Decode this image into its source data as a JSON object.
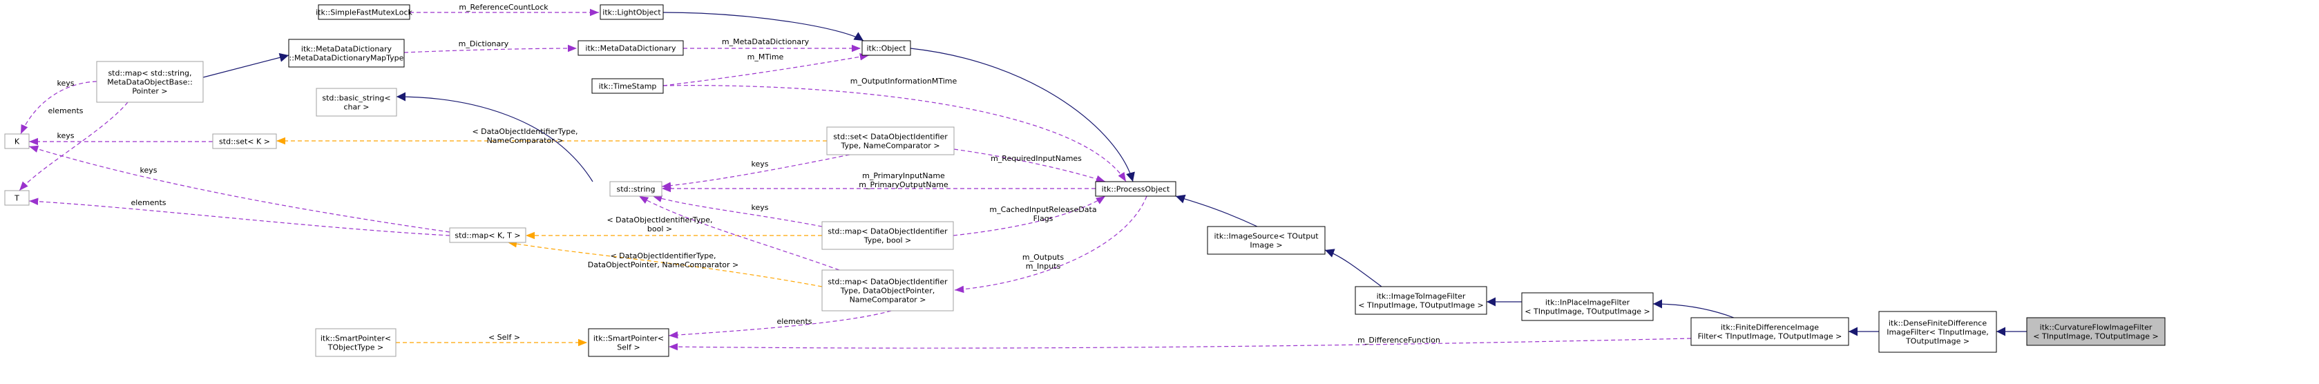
{
  "nodes": [
    {
      "id": "SimpleFastMutexLock",
      "lines": [
        "itk::SimpleFastMutexLock"
      ]
    },
    {
      "id": "LightObject",
      "lines": [
        "itk::LightObject"
      ]
    },
    {
      "id": "MetaDataDictionaryMapType",
      "lines": [
        "itk::MetaDataDictionary",
        "::MetaDataDictionaryMapType"
      ]
    },
    {
      "id": "MetaDataDictionary",
      "lines": [
        "itk::MetaDataDictionary"
      ]
    },
    {
      "id": "Object",
      "lines": [
        "itk::Object"
      ]
    },
    {
      "id": "TimeStamp",
      "lines": [
        "itk::TimeStamp"
      ]
    },
    {
      "id": "StdMapMeta",
      "lines": [
        "std::map< std::string,",
        "MetaDataObjectBase::",
        "Pointer >"
      ]
    },
    {
      "id": "BasicString",
      "lines": [
        "std::basic_string<",
        "char >"
      ]
    },
    {
      "id": "K",
      "lines": [
        "K"
      ]
    },
    {
      "id": "StdSetK",
      "lines": [
        "std::set< K >"
      ]
    },
    {
      "id": "StdSetDOI",
      "lines": [
        "std::set< DataObjectIdentifier",
        "Type, NameComparator >"
      ]
    },
    {
      "id": "StdString",
      "lines": [
        "std::string"
      ]
    },
    {
      "id": "ProcessObject",
      "lines": [
        "itk::ProcessObject"
      ]
    },
    {
      "id": "T",
      "lines": [
        "T"
      ]
    },
    {
      "id": "StdMapKT",
      "lines": [
        "std::map< K, T >"
      ]
    },
    {
      "id": "StdMapDOIBool",
      "lines": [
        "std::map< DataObjectIdentifier",
        "Type, bool >"
      ]
    },
    {
      "id": "StdMapDOIPtr",
      "lines": [
        "std::map< DataObjectIdentifier",
        "Type, DataObjectPointer,",
        "NameComparator >"
      ]
    },
    {
      "id": "ImageSource",
      "lines": [
        "itk::ImageSource< TOutput",
        "Image >"
      ]
    },
    {
      "id": "ImageToImageFilter",
      "lines": [
        "itk::ImageToImageFilter",
        "< TInputImage, TOutputImage >"
      ]
    },
    {
      "id": "InPlaceImageFilter",
      "lines": [
        "itk::InPlaceImageFilter",
        "< TInputImage, TOutputImage >"
      ]
    },
    {
      "id": "FiniteDifferenceImageFilter",
      "lines": [
        "itk::FiniteDifferenceImage",
        "Filter< TInputImage, TOutputImage >"
      ]
    },
    {
      "id": "DenseFiniteDifferenceImageFilter",
      "lines": [
        "itk::DenseFiniteDifference",
        "ImageFilter< TInputImage,",
        "TOutputImage >"
      ]
    },
    {
      "id": "CurvatureFlowImageFilter",
      "lines": [
        "itk::CurvatureFlowImageFilter",
        "< TInputImage, TOutputImage >"
      ]
    },
    {
      "id": "SmartPointerTObject",
      "lines": [
        "itk::SmartPointer<",
        "TObjectType >"
      ]
    },
    {
      "id": "SmartPointerSelf",
      "lines": [
        "itk::SmartPointer<",
        "Self >"
      ]
    }
  ],
  "edges": [
    {
      "id": "e-mutex-light",
      "kind": "use",
      "label": [
        "m_ReferenceCountLock"
      ]
    },
    {
      "id": "e-light-object",
      "kind": "inheritance",
      "label": []
    },
    {
      "id": "e-mapmeta-mdmt",
      "kind": "inheritance",
      "label": []
    },
    {
      "id": "e-mdmt-mdd",
      "kind": "use",
      "label": [
        "m_Dictionary"
      ]
    },
    {
      "id": "e-mdd-object",
      "kind": "use",
      "label": [
        "m_MetaDataDictionary"
      ]
    },
    {
      "id": "e-ts-object",
      "kind": "use",
      "label": [
        "m_MTime"
      ]
    },
    {
      "id": "e-object-po",
      "kind": "inheritance",
      "label": []
    },
    {
      "id": "e-ts-po",
      "kind": "use",
      "label": [
        "m_OutputInformationMTime"
      ]
    },
    {
      "id": "e-k-mapmeta",
      "kind": "use",
      "label": [
        "keys"
      ]
    },
    {
      "id": "e-t-mapmeta",
      "kind": "use",
      "label": [
        "elements"
      ]
    },
    {
      "id": "e-k-setk",
      "kind": "use",
      "label": [
        "keys"
      ]
    },
    {
      "id": "e-setk-setdoi",
      "kind": "template",
      "label": [
        "< DataObjectIdentifierType,",
        "NameComparator >"
      ]
    },
    {
      "id": "e-bs-string",
      "kind": "inheritance",
      "label": []
    },
    {
      "id": "e-setdoi-po",
      "kind": "use",
      "label": [
        "m_RequiredInputNames"
      ]
    },
    {
      "id": "e-string-setdoi",
      "kind": "use",
      "label": [
        "keys"
      ]
    },
    {
      "id": "e-string-po",
      "kind": "use",
      "label": [
        "m_PrimaryInputName",
        "m_PrimaryOutputName"
      ]
    },
    {
      "id": "e-k-mapkt",
      "kind": "use",
      "label": [
        "keys"
      ]
    },
    {
      "id": "e-t-mapkt",
      "kind": "use",
      "label": [
        "elements"
      ]
    },
    {
      "id": "e-mapkt-mapbool",
      "kind": "template",
      "label": [
        "< DataObjectIdentifierType,",
        "bool >"
      ]
    },
    {
      "id": "e-mapkt-mapptr",
      "kind": "template",
      "label": [
        "< DataObjectIdentifierType,",
        "DataObjectPointer, NameComparator >"
      ]
    },
    {
      "id": "e-string-mapbool",
      "kind": "use",
      "label": [
        "keys"
      ]
    },
    {
      "id": "e-string-mapptr",
      "kind": "use",
      "label": [
        "keys"
      ]
    },
    {
      "id": "e-mapbool-po",
      "kind": "use",
      "label": [
        "m_CachedInputReleaseData",
        "Flags"
      ]
    },
    {
      "id": "e-mapptr-po",
      "kind": "use",
      "label": [
        "m_Outputs",
        "m_Inputs"
      ]
    },
    {
      "id": "e-po-is",
      "kind": "inheritance",
      "label": []
    },
    {
      "id": "e-is-itif",
      "kind": "inheritance",
      "label": []
    },
    {
      "id": "e-itif-ipif",
      "kind": "inheritance",
      "label": []
    },
    {
      "id": "e-ipif-fdif",
      "kind": "inheritance",
      "label": []
    },
    {
      "id": "e-fdif-dfdif",
      "kind": "inheritance",
      "label": []
    },
    {
      "id": "e-dfdif-cfif",
      "kind": "inheritance",
      "label": []
    },
    {
      "id": "e-spt-sps",
      "kind": "template",
      "label": [
        "< Self >"
      ]
    },
    {
      "id": "e-mapptr-sps",
      "kind": "use",
      "label": [
        "elements"
      ]
    },
    {
      "id": "e-sps-fdif",
      "kind": "use",
      "label": [
        "m_DifferenceFunction"
      ]
    }
  ],
  "colors": {
    "inheritance": "#191970",
    "use": "#9a32cd",
    "template": "#ffa500",
    "focus_fill": "#bfbfbf"
  }
}
